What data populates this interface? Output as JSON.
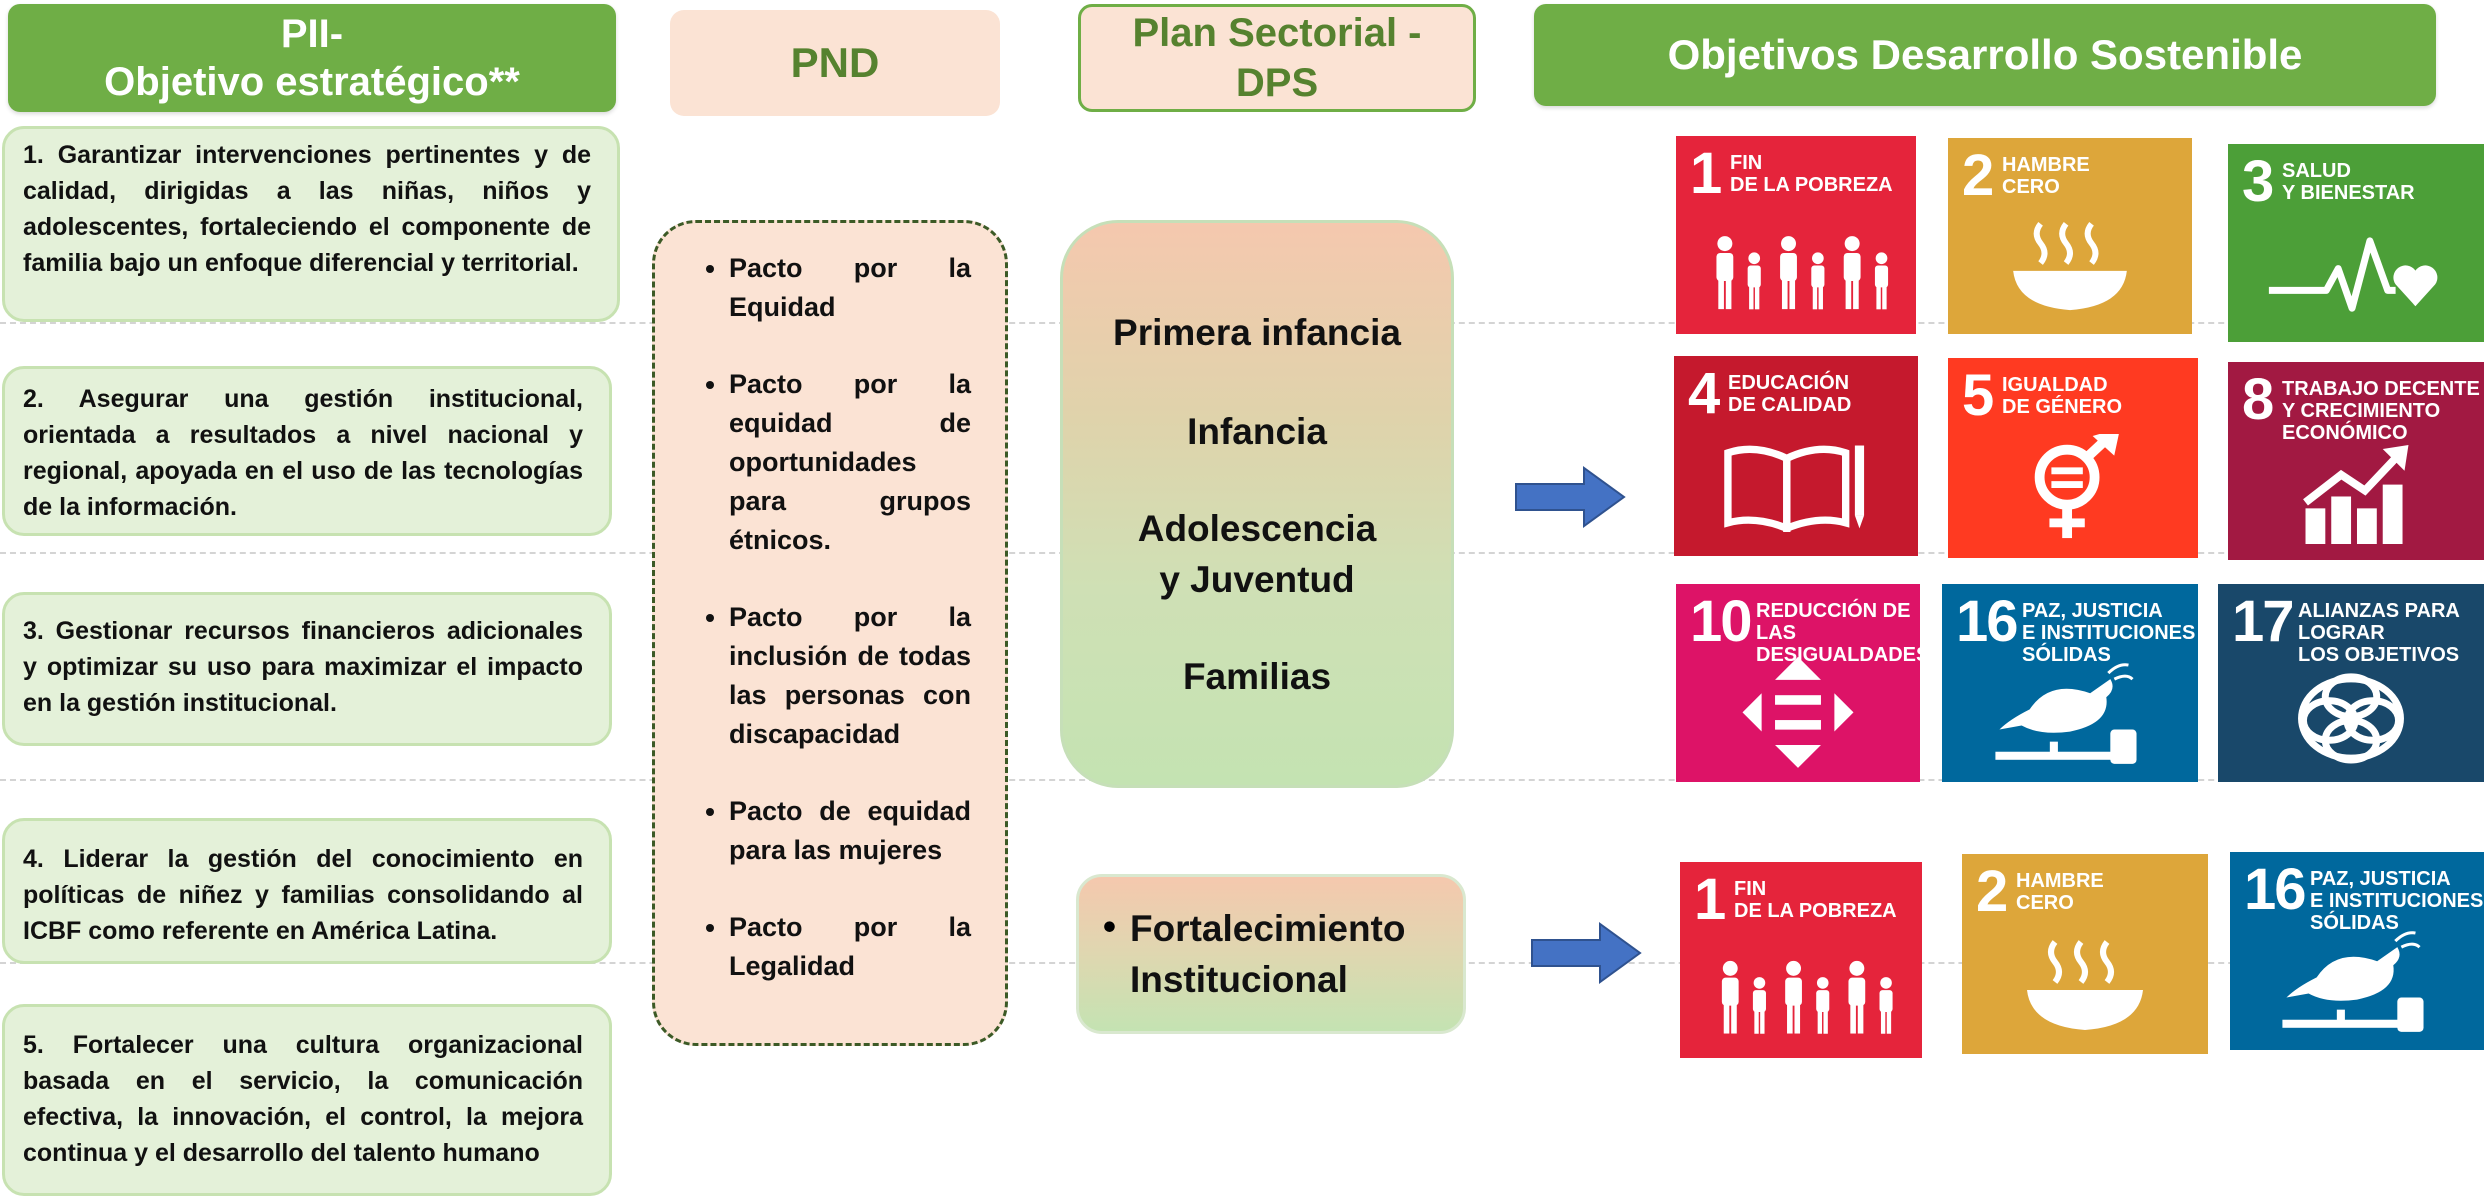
{
  "headers": {
    "pii": "PII-\nObjetivo estratégico**",
    "pnd": "PND",
    "plan_sectorial": "Plan Sectorial - DPS",
    "ods": "Objetivos Desarrollo Sostenible"
  },
  "objectives": [
    "1. Garantizar intervenciones pertinentes y de calidad, dirigidas a las niñas, niños y adolescentes, fortaleciendo el componente de familia bajo un enfoque diferencial y territorial.",
    "2. Asegurar una gestión institucional, orientada a resultados a nivel nacional y regional, apoyada en el uso de las tecnologías de la información.",
    "3. Gestionar recursos financieros adicionales y optimizar su uso para maximizar el impacto en la gestión institucional.",
    "4. Liderar la gestión del conocimiento en políticas de niñez y familias consolidando al ICBF como referente en América Latina.",
    "5. Fortalecer una cultura organizacional basada en el servicio, la comunicación efectiva, la innovación, el control, la mejora continua y el desarrollo del talento humano"
  ],
  "pnd_pactos": [
    "Pacto por la Equidad",
    "Pacto por la equidad de oportunidades para grupos étnicos.",
    "Pacto por la inclusión de todas las personas con discapacidad",
    "Pacto de equidad para las mujeres",
    "Pacto por la Legalidad"
  ],
  "plan_sectorial_items": [
    "Primera infancia",
    "Infancia",
    "Adolescencia y Juventud",
    "Familias"
  ],
  "plan_sectorial_item2": "Fortalecimiento Institucional",
  "sdg_group1": [
    {
      "num": "1",
      "label": "FIN\nDE LA POBREZA",
      "color": "#e5243b",
      "icon": "family-icon"
    },
    {
      "num": "2",
      "label": "HAMBRE\nCERO",
      "color": "#dda63a",
      "icon": "bowl-icon"
    },
    {
      "num": "3",
      "label": "SALUD\nY BIENESTAR",
      "color": "#4c9f38",
      "icon": "heartbeat-icon"
    },
    {
      "num": "4",
      "label": "EDUCACIÓN\nDE CALIDAD",
      "color": "#c5192d",
      "icon": "book-icon"
    },
    {
      "num": "5",
      "label": "IGUALDAD\nDE GÉNERO",
      "color": "#ff3a21",
      "icon": "gender-equality-icon"
    },
    {
      "num": "8",
      "label": "TRABAJO DECENTE\nY CRECIMIENTO\nECONÓMICO",
      "color": "#a21942",
      "icon": "growth-chart-icon"
    },
    {
      "num": "10",
      "label": "REDUCCIÓN DE LAS\nDESIGUALDADES",
      "color": "#dd1367",
      "icon": "equality-arrows-icon"
    },
    {
      "num": "16",
      "label": "PAZ, JUSTICIA\nE INSTITUCIONES\nSÓLIDAS",
      "color": "#00689d",
      "icon": "dove-gavel-icon"
    },
    {
      "num": "17",
      "label": "ALIANZAS PARA\nLOGRAR\nLOS OBJETIVOS",
      "color": "#19486a",
      "icon": "rings-icon"
    }
  ],
  "sdg_group2": [
    {
      "num": "1",
      "label": "FIN\nDE LA POBREZA",
      "color": "#e5243b",
      "icon": "family-icon"
    },
    {
      "num": "2",
      "label": "HAMBRE\nCERO",
      "color": "#dda63a",
      "icon": "bowl-icon"
    },
    {
      "num": "16",
      "label": "PAZ, JUSTICIA\nE INSTITUCIONES\nSÓLIDAS",
      "color": "#00689d",
      "icon": "dove-gavel-icon"
    }
  ],
  "colors": {
    "header_green": "#6fae46",
    "header_peach": "#fbe3d4",
    "header_text_green": "#56822f",
    "objective_bg": "#e4f1d9",
    "arrow_blue": "#4472c4"
  }
}
